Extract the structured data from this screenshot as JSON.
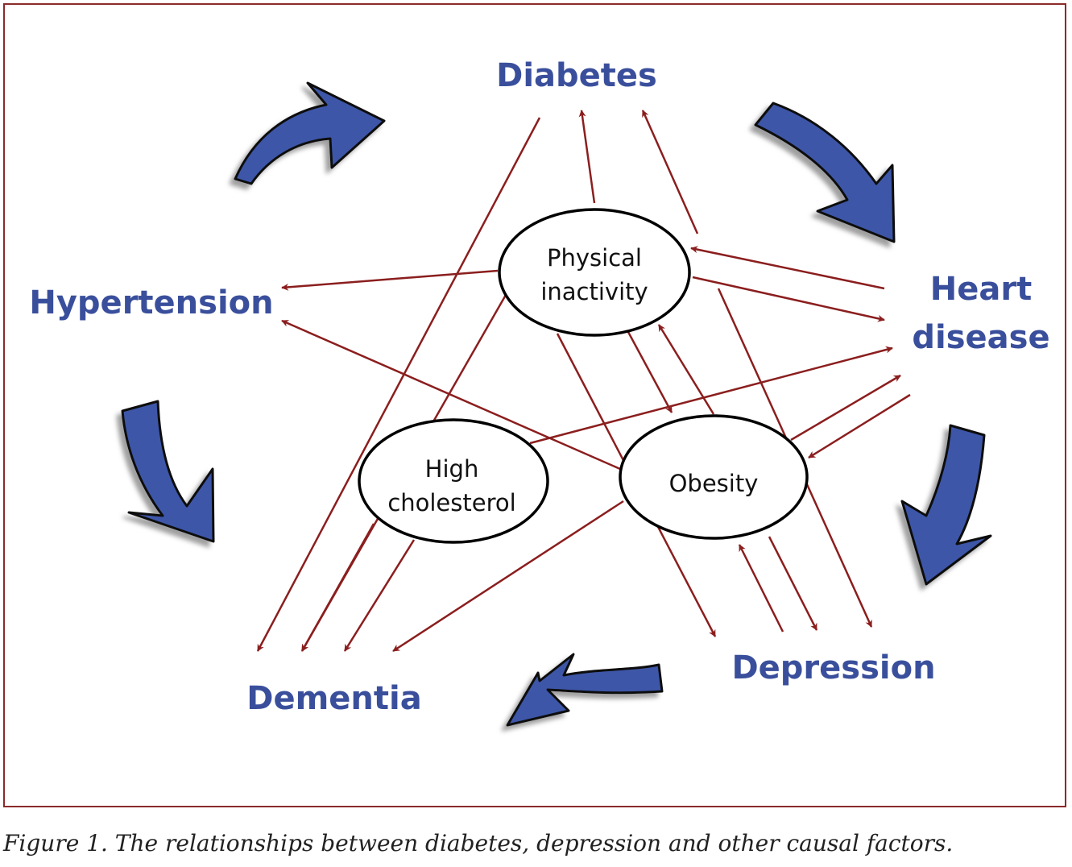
{
  "colors": {
    "border": "#8b2a2a",
    "disease_text": "#3a4f9c",
    "arrow_line": "#8b1e1e",
    "cycle_arrow_fill": "#3d57a8",
    "ellipse_stroke": "#000000"
  },
  "diseases": {
    "diabetes": "Diabetes",
    "heart_1": "Heart",
    "heart_2": "disease",
    "depression": "Depression",
    "dementia": "Dementia",
    "hypertension": "Hypertension"
  },
  "factors": {
    "physical_1": "Physical",
    "physical_2": "inactivity",
    "cholesterol_1": "High",
    "cholesterol_2": "cholesterol",
    "obesity": "Obesity"
  },
  "caption": "Figure 1. The relationships between diabetes, depression and other causal factors."
}
